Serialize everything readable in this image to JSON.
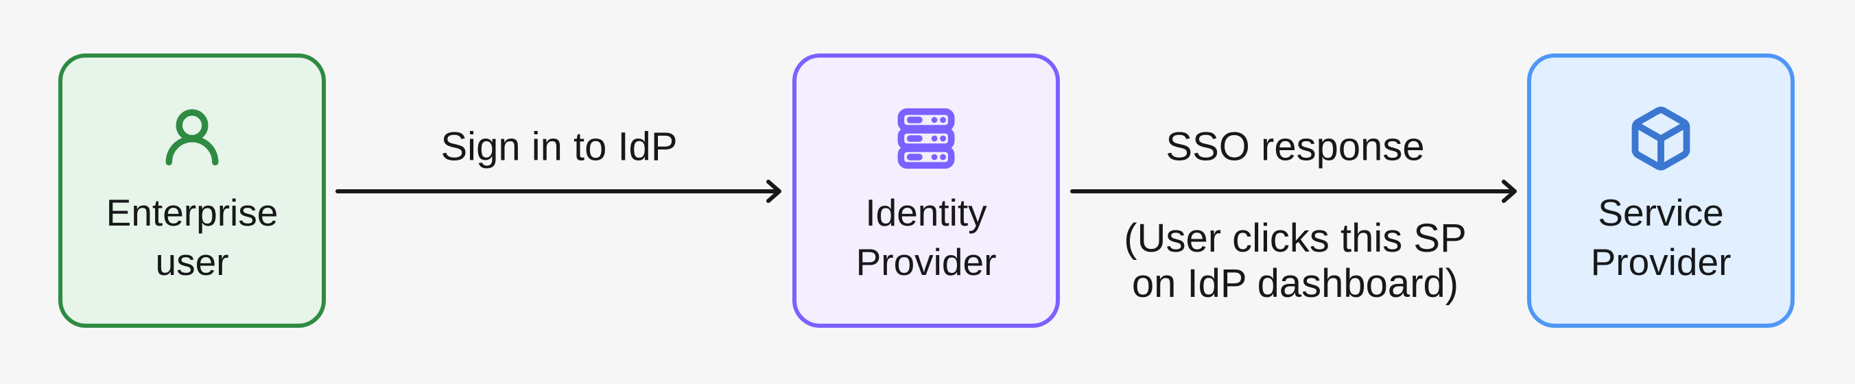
{
  "diagram": {
    "background_color": "#f5f6f5",
    "text_color": "#17181a",
    "arrow_color": "#17181a",
    "nodes": [
      {
        "id": "enterprise-user",
        "line1": "Enterprise",
        "line2": "user",
        "icon": "user-icon",
        "border_color": "#2f8b42",
        "fill_color": "#e7f4e9",
        "icon_color": "#2f8b42"
      },
      {
        "id": "identity-provider",
        "line1": "Identity",
        "line2": "Provider",
        "icon": "server-icon",
        "border_color": "#7b61ff",
        "fill_color": "#f4eefe",
        "icon_color": "#7b61ff"
      },
      {
        "id": "service-provider",
        "line1": "Service",
        "line2": "Provider",
        "icon": "box-icon",
        "border_color": "#4f97f6",
        "fill_color": "#e1effe",
        "icon_color": "#3b76d0"
      }
    ],
    "edges": [
      {
        "from": "enterprise-user",
        "to": "identity-provider",
        "label": "Sign in to IdP"
      },
      {
        "from": "identity-provider",
        "to": "service-provider",
        "label": "SSO response",
        "sublabel_line1": "(User clicks this SP",
        "sublabel_line2": "on IdP dashboard)"
      }
    ]
  }
}
